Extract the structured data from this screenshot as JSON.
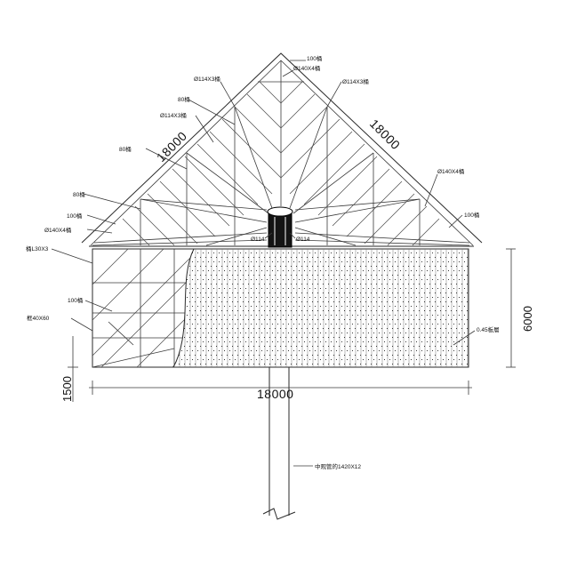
{
  "drawing": {
    "roof_slope_left": "18000",
    "roof_slope_right": "18000",
    "width": "18000",
    "height": "6000",
    "base_height": "1500",
    "annotations": {
      "apex_100": "100桶",
      "apex_140x4": "Ø140X4桶",
      "left_114x3_top": "Ø114X3桶",
      "right_114x3_top": "Ø114X3桶",
      "left_80_a": "80桶",
      "left_114x3_b": "Ø114X3桶",
      "left_80_b": "80桶",
      "left_80_c": "80桶",
      "left_100": "100桶",
      "left_140x4": "Ø140X4桶",
      "left_l30": "桶L30X3",
      "right_140x4": "Ø140X4桶",
      "right_100": "100桶",
      "center_114_left": "Ø114",
      "center_114_right": "Ø114",
      "wall_100": "100桶",
      "wall_40x60": "框40X60",
      "skin_045": "0.45板層",
      "pile": "中观管的1420X12"
    }
  }
}
